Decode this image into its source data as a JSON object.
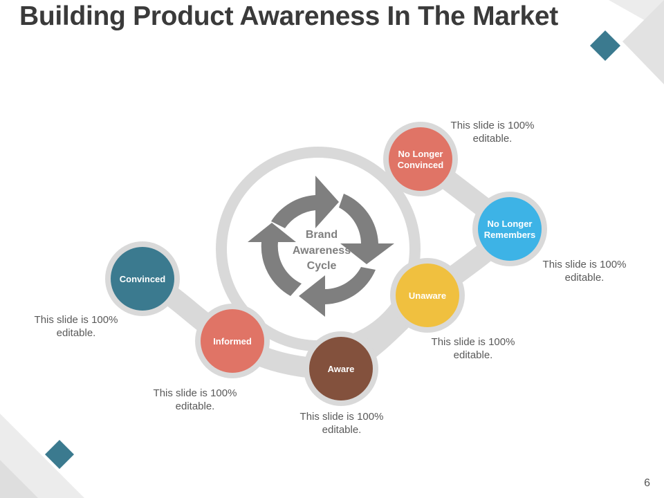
{
  "slide": {
    "title": "Building Product Awareness In The Market",
    "page_number": "6"
  },
  "center": {
    "line1": "Brand",
    "line2": "Awareness",
    "line3": "Cycle",
    "color": "#7f7f7f"
  },
  "stages": [
    {
      "id": "convinced",
      "label_lines": [
        "Convinced"
      ],
      "color": "#3b7a8f",
      "note_lines": [
        "This slide is 100%",
        "editable."
      ]
    },
    {
      "id": "informed",
      "label_lines": [
        "Informed"
      ],
      "color": "#e07466",
      "note_lines": [
        "This slide is 100%",
        "editable."
      ]
    },
    {
      "id": "aware",
      "label_lines": [
        "Aware"
      ],
      "color": "#83513d",
      "note_lines": [
        "This slide is 100%",
        "editable."
      ]
    },
    {
      "id": "unaware",
      "label_lines": [
        "Unaware"
      ],
      "color": "#f0c03f",
      "note_lines": [
        "This slide is 100%",
        "editable."
      ]
    },
    {
      "id": "no-longer-remembers",
      "label_lines": [
        "No Longer",
        "Remembers"
      ],
      "color": "#3db3e6",
      "note_lines": [
        "This slide is 100%",
        "editable."
      ]
    },
    {
      "id": "no-longer-convinced",
      "label_lines": [
        "No Longer",
        "Convinced"
      ],
      "color": "#e07466",
      "note_lines": [
        "This slide is 100%",
        "editable."
      ]
    }
  ],
  "colors": {
    "connector": "#d9d9d9",
    "ring": "#d9d9d9",
    "note_text": "#595959",
    "accent_diamond": "#3b7a8f",
    "corner_light": "#ececec",
    "corner_mid": "#dedede"
  }
}
